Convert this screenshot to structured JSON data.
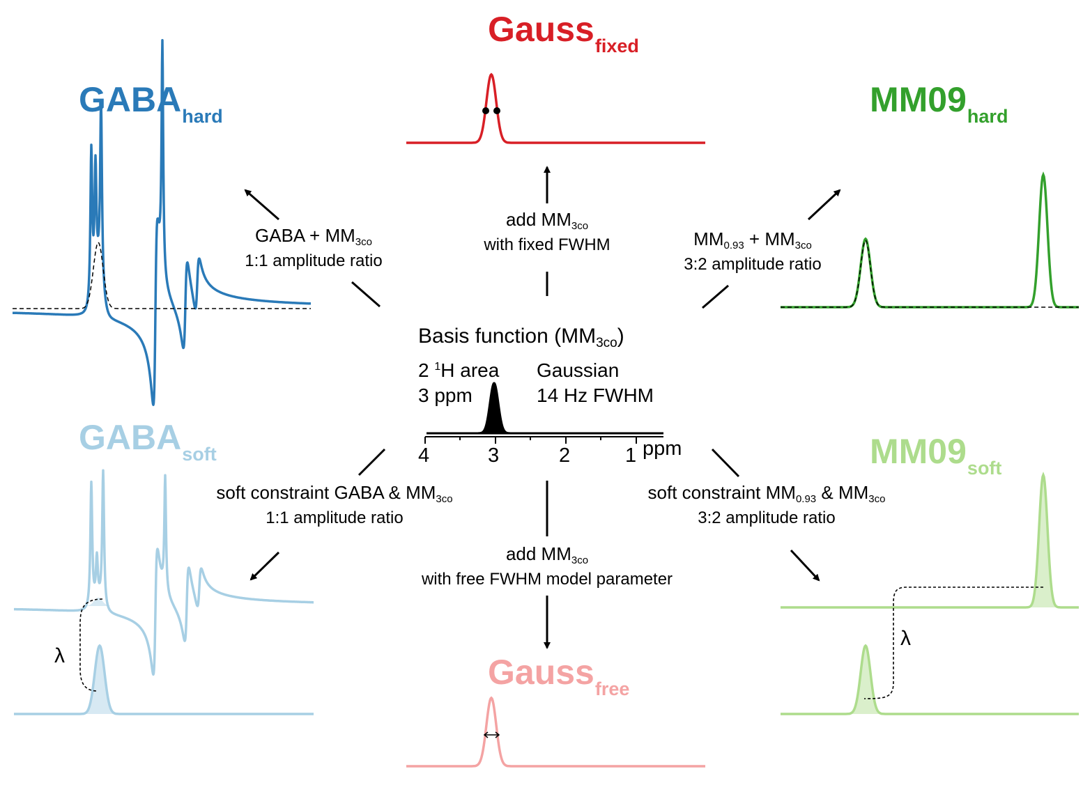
{
  "colors": {
    "gauss_fixed": "#d81f26",
    "gauss_free": "#f4a3a3",
    "gaba_hard": "#2a7ab8",
    "gaba_soft": "#a7cfe4",
    "mm09_hard": "#33a02c",
    "mm09_soft": "#addc8c",
    "black": "#000000"
  },
  "titles": {
    "gauss_fixed": {
      "main": "Gauss",
      "sub": "fixed"
    },
    "gauss_free": {
      "main": "Gauss",
      "sub": "free"
    },
    "gaba_hard": {
      "main": "GABA",
      "sub": "hard"
    },
    "gaba_soft": {
      "main": "GABA",
      "sub": "soft"
    },
    "mm09_hard": {
      "main": "MM09",
      "sub": "hard"
    },
    "mm09_soft": {
      "main": "MM09",
      "sub": "soft"
    }
  },
  "arrows": {
    "top": {
      "line1_main": "add MM",
      "line1_sub": "3co",
      "line2": "with fixed FWHM"
    },
    "bottom": {
      "line1_main": "add MM",
      "line1_sub": "3co",
      "line2": "with free FWHM model parameter"
    },
    "top_left": {
      "line1_a": "GABA + MM",
      "line1_sub": "3co",
      "line2": "1:1 amplitude ratio"
    },
    "top_right": {
      "line1_a": "MM",
      "line1_sub1": "0.93",
      "line1_b": " + MM",
      "line1_sub2": "3co",
      "line2": "3:2 amplitude ratio"
    },
    "bottom_left": {
      "line1_a": "soft constraint GABA & MM",
      "line1_sub": "3co",
      "line2": "1:1 amplitude ratio"
    },
    "bottom_right": {
      "line1_a": "soft constraint MM",
      "line1_sub1": "0.93",
      "line1_b": " & MM",
      "line1_sub2": "3co",
      "line2": "3:2 amplitude ratio"
    }
  },
  "center": {
    "title_main": "Basis function (MM",
    "title_sub": "3co",
    "title_end": ")",
    "area_num": "2 ",
    "area_sup": "1",
    "area_rest": "H area",
    "ppm_pos": "3 ppm",
    "shape": "Gaussian",
    "fwhm": "14 Hz FWHM",
    "axis_unit": "ppm",
    "ticks": [
      "4",
      "3",
      "2",
      "1"
    ]
  },
  "lambda": "λ"
}
